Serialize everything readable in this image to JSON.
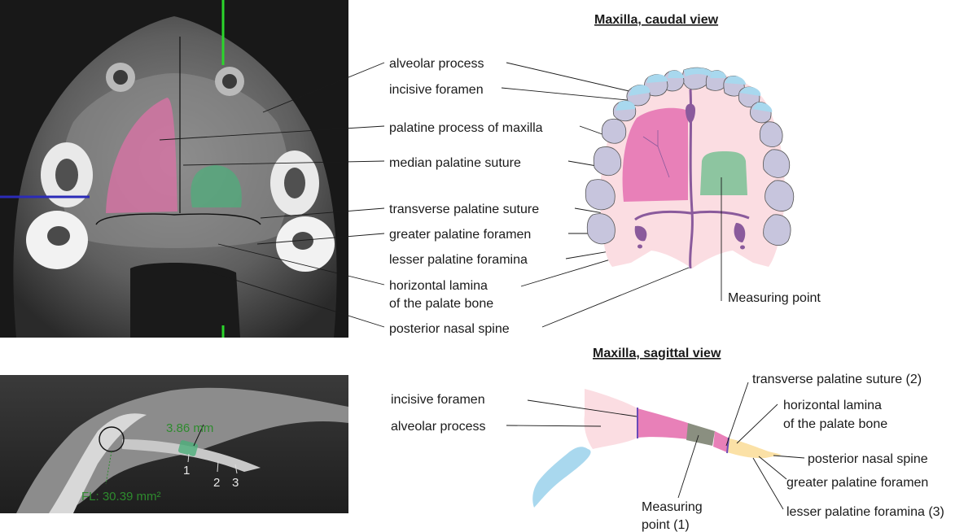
{
  "axial_labels": {
    "alveolar_process": "alveolar process",
    "incisive_foramen": "incisive foramen",
    "palatine_process": "palatine process of maxilla",
    "median_suture": "median palatine suture",
    "transverse_suture": "transverse palatine suture",
    "greater_foramen": "greater palatine foramen",
    "lesser_foramina": "lesser palatine foramina",
    "horizontal_lamina_1": "horizontal lamina",
    "horizontal_lamina_2": "of the palate bone",
    "posterior_spine": "posterior nasal spine"
  },
  "caudal": {
    "title": "Maxilla, caudal view",
    "measuring_point": "Measuring point"
  },
  "sagittal": {
    "title": "Maxilla, sagittal view",
    "incisive_foramen": "incisive foramen",
    "alveolar_process": "alveolar process",
    "transverse_suture": "transverse palatine suture (2)",
    "horizontal_lamina_1": "horizontal lamina",
    "horizontal_lamina_2": "of the palate bone",
    "posterior_spine": "posterior nasal spine",
    "greater_foramen": "greater palatine foramen",
    "lesser_foramina": "lesser palatine foramina (3)",
    "measuring_point_1": "Measuring",
    "measuring_point_2": "point (1)"
  },
  "ct_sagittal": {
    "measurement": "3.86 mm",
    "area": "FL: 30.39 mm²",
    "marker_1": "1",
    "marker_2": "2",
    "marker_3": "3"
  },
  "colors": {
    "palatine_process": "#e880b8",
    "measuring_point": "#8dc5a0",
    "mucosa": "#fbdde2",
    "teeth_fill": "#c7c5dd",
    "teeth_tip": "#a8d8ee",
    "suture": "#8a5a9c",
    "horizontal_lamina": "#fbe1a6",
    "nasal": "#a9d8ee"
  }
}
